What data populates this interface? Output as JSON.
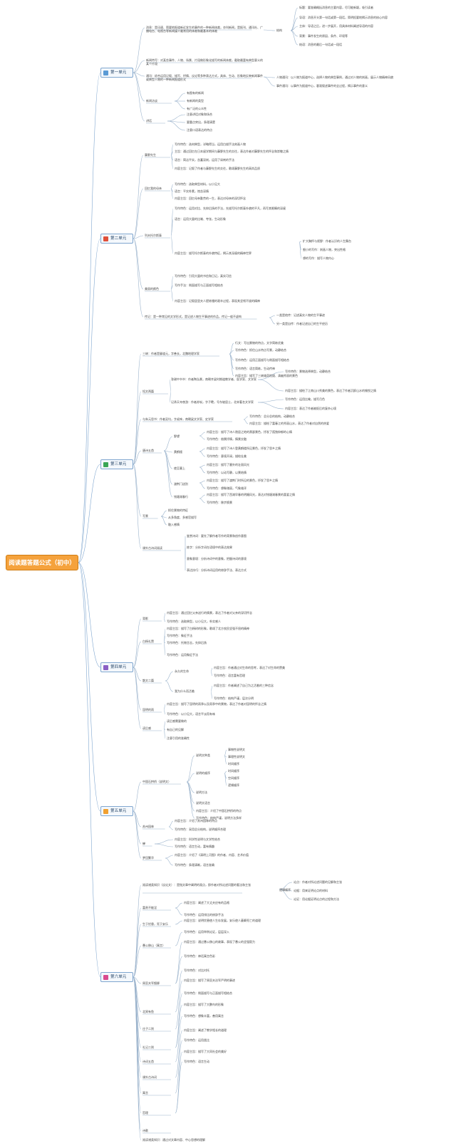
{
  "root": {
    "label": "阅读题答题公式（初中）"
  },
  "icon_colors": {
    "u1": "#5b9bd5",
    "u2": "#e0503a",
    "u3": "#3aa655",
    "u4": "#8a5fc4",
    "u5": "#f0a030",
    "u6": "#d94b8f"
  },
  "units": [
    {
      "label": "第一单元"
    },
    {
      "label": "第二单元"
    },
    {
      "label": "第三单元"
    },
    {
      "label": "第四单元"
    },
    {
      "label": "第五单元"
    },
    {
      "label": "第六单元"
    }
  ],
  "u1": {
    "intro": "消息：是迅速、简要地报道新近发生的事件的一种新闻体裁，亦叫新闻，是报刊、通讯社、广播电台、电视台等新闻媒介最常用的体裁和最基本的体裁",
    "structure": "结构",
    "parts": [
      "标题：要准确概括消息的主要内容，尽可能新颖，吸引读者",
      "导语：消息开头第一句话或第一段话，简明扼要地揭示消息的核心内容",
      "主体：导语之后，进一步展开，用具体材料阐述导语的内容",
      "背景：事件发生的原因、条件、环境等",
      "结语：消息的最后一句话或一段话"
    ],
    "news_note": "新闻特写：对某些事件、人物、场景、片段做形象化描写的新闻体裁，截取最富有典型意义的某个片段",
    "reportage": "通讯：综合运用记叙、描写、抒情、议论等多种表达方式，具体、生动、形象地反映新闻事件或典型人物的一种新闻报道形式",
    "reportage_types": [
      "人物通讯：以人物为报道中心，选择人物的典型事例，通过对人物的刻画，展示人物精神风貌",
      "事件通讯：以事件为报道中心，客观叙述事件的全过程，揭示事件的意义"
    ],
    "interview": "新闻访谈",
    "interview_items": [
      "有图有的新闻",
      "有新闻的类型",
      "有广泛的公众性"
    ],
    "speech": "讲话",
    "speech_items": [
      "注意讲话对象和场合",
      "要重点突出，条理清楚",
      "注意口语表达的特点"
    ]
  },
  "u2": {
    "author": "藤野先生",
    "author_items": [
      "写作特色：选材典型，详略得当，运用白描手法刻画人物",
      "主旨：通过回忆在日本留学期间与藤野先生的交往，表达作者对藤野先生的怀念和崇敬之情",
      "语言：简洁平实，含蓄深刻，运用了讽刺的手法",
      "内容主旨：记叙了作者与藤野先生的交往，歌颂藤野先生的高尚品质"
    ],
    "father": "回忆我的母亲",
    "father_items": [
      "写作特色：选取典型材料，以小见大",
      "语言：平实朴素，饱含深情",
      "内容主旨：回忆母亲勤劳的一生，表达对母亲的深切怀念"
    ],
    "portrait": "列夫托尔斯泰",
    "portrait_items": [
      "写作特色：运用对比、先抑后扬的手法，先描写托尔斯泰外貌的平凡，再写其眼睛的深邃",
      "语言：运用大量的比喻、夸张，生动形象",
      "内容主旨：描写托尔斯泰的外貌特征，揭示其深邃的精神世界"
    ],
    "portrait_sub": [
      "扩大胸怀与视野：作者认识的人生舞台",
      "细小的写作：刻画人物，突出性格",
      "想的写作：描写人物内心"
    ],
    "belief": "美丽的颜色",
    "belief_items": [
      "写作特色：引用大量的书信和日记，真实可信",
      "写作手法：侧面描写与正面描写相结合",
      "内容主旨：记叙居里夫人提炼镭的艰辛过程，表现其坚韧不拔的精神"
    ],
    "biography": "传记：是一种常见的文学形式，是记述人物生平事迹的作品，传记一般不虚构",
    "biography_items": [
      "一类是他传：记述真实人物的生平事迹",
      "另一类是自传：作者记述自己的生平经历"
    ]
  },
  "u3": {
    "three_gorges": "三峡：作者是郦道元，字善长，北魏地理学家",
    "tg_items": [
      "行文：写出景物的特点，文字简练优美",
      "写作特色：抓住山水特点写景，动静结合",
      "写作特色：运用正面描写与侧面描写相结合",
      "写作特色：语言简练，生动传神",
      "内容主旨：描写了三峡雄奇险拔、清幽秀丽的景色"
    ],
    "short_essays": "短文两篇",
    "letter": "答谢中书书：作者陶弘景，南朝齐梁时期道教学者、医学家、文学家",
    "letter_items": [
      "写作特色：景物选择典型，动静结合",
      "内容主旨：描绘了江南山川秀美的景色，表达了作者沉醉山水的愉悦之情"
    ],
    "night": "记承天寺夜游：作者苏轼，字子瞻，号东坡居士，北宋著名文学家",
    "night_items": [
      "写作特色：运用比喻，描写月色",
      "内容主旨：表达了作者被贬后的复杂心境"
    ],
    "spring": "与朱元思书：作者吴均，字叔庠，南朝梁文学家、史学家",
    "spring_items": [
      "写作特色：总分总的结构，动静结合",
      "内容主旨：描绘了富春江的秀丽山水，表达了作者对自然的热爱"
    ],
    "poems": "唐诗五首",
    "poem_list": [
      "野望",
      "黄鹤楼",
      "使至塞上",
      "渡荆门送别",
      "钱塘湖春行"
    ],
    "poem_notes": [
      "内容主旨：描写了诗人隐居之地的萧瑟景色，抒发了孤独抑郁的心情",
      "写作特色：借景抒情，情景交融",
      "内容主旨：描写了诗人登黄鹤楼所见景色，抒发了思乡之情",
      "写作特色：意境开阔，描绘壮美",
      "内容主旨：描写了塞外的壮丽风光",
      "写作特色：以动写静，以景结情",
      "内容主旨：描写了渡荆门时所见的景色，抒发了思乡之情",
      "写作特色：想象瑰丽，气象雄浑",
      "内容主旨：描写了西湖早春的明媚风光，表达对钱塘湖春景的喜爱之情",
      "写作特色：移步换景"
    ],
    "writing": "写景",
    "writing_items": [
      "抓住景物的特征",
      "从多角度、多感官描写",
      "融入感情"
    ],
    "classical": "课外古诗词阅读",
    "classical_items": [
      "鉴赏诗词：要先了解作者写作的背景和创作意图",
      "炼字：分析字词在语境中的表达效果",
      "意象意境：分析诗词中的意象，把握诗词的意境",
      "表达技巧：分析诗词运用的修辞手法、表达方式"
    ]
  },
  "u4": {
    "back": "背影",
    "back_items": [
      "内容主旨：通过回忆父亲送行的情景，表达了作者对父亲的深切怀念",
      "写作特色：选取典型，以小见大，朴实感人"
    ],
    "white": "白杨礼赞",
    "white_items": [
      "内容主旨：描写了白杨树的形象，歌颂了北方农民坚强不屈的精神",
      "写作特色：象征手法",
      "写作特色：托物言志，先抑后扬",
      "写作特色：运用象征手法"
    ],
    "essays": "散文二篇",
    "essay_list": [
      "永久的生命",
      "我为什么而活着"
    ],
    "essay_notes": [
      "内容主旨：作者通过对生命的思考，表达了对生命的赞美",
      "写作特色：语言富有哲理",
      "内容主旨：作者阐述了自己为之活着的三种信念",
      "写作特色：结构严谨，层次分明"
    ],
    "reed": "昆明的雨",
    "reed_items": [
      "内容主旨：描写了昆明的雨季以及雨季中的景物，表达了作者对昆明的怀念之情",
      "写作特色：以小见大，语言平淡而有味"
    ],
    "reading": "读后感",
    "reading_items": [
      "读后感需要做的",
      "有自己的见解",
      "注意引用的准确性"
    ]
  },
  "u5": {
    "architecture": "中国石拱桥（说明文）",
    "categories": [
      "说明文种类",
      "说明的顺序",
      "说明方法",
      "说明文语言"
    ],
    "cat_items": [
      "事物性说明文",
      "事理性说明文",
      "时间顺序",
      "空间顺序",
      "逻辑顺序"
    ],
    "cat_notes": [
      "说明方法：举例子、作比较、列数字、打比方、分类别等",
      "说明文语言：准确严密、生动形象"
    ],
    "method_notes": [
      "内容主旨：介绍了中国石拱桥的特点",
      "写作特色：结构严谨，说明方法多样"
    ],
    "suzhou": "苏州园林",
    "suzhou_items": [
      "内容主旨：介绍了苏州园林的特点",
      "写作特色：采用总分结构，说明顺序合理"
    ],
    "bridge": "蝉",
    "bridge_items": [
      "内容主旨：科学性说明与文学性结合",
      "写作特色：语言生动，富有情趣"
    ],
    "world": "梦回繁华",
    "world_items": [
      "内容主旨：介绍了《清明上河图》的作者、内容、艺术价值",
      "写作特色：条理清晰，语言准确"
    ]
  },
  "u6": {
    "lead": "阅读诸类知识（议论文）：是指文章中阐明的观点，即作者对所论述问题的看法和主张",
    "lead_items": [
      "论点：作者对所论述问题的见解和主张",
      "论据：用来证明论点的材料",
      "论证：用论据证明论点的过程和方法"
    ],
    "titles": [
      "富贵不能淫",
      "生于忧患，死于安乐",
      "愚公移山（寓言）",
      "周亚夫军细柳",
      "北冥有鱼",
      "庄子二则",
      "礼记二则",
      "诗词五首",
      "课外古诗词",
      "寓言",
      "哲理",
      "诗歌"
    ],
    "notes": [
      "内容主旨：阐述了大丈夫应有的品格",
      "写作特色：运用排比的修辞手法",
      "内容主旨：说明忧患使人生存发展，安乐使人萎靡死亡的道理",
      "写作特色：运用举例论证，层层深入",
      "内容主旨：通过愚公移山的故事，表现了愚公的坚强毅力",
      "写作特色：神话寓言色彩",
      "写作特色：对比衬托",
      "内容主旨：描写了周亚夫治军严明的事迹",
      "写作特色：侧面描写与正面描写相结合",
      "内容主旨：描写了大鹏鸟的形象",
      "写作特色：想象丰富，善用寓言",
      "内容主旨：阐述了教学相长的道理",
      "写作特色：运用类比",
      "内容主旨：描写了大同社会的美好",
      "写作特色：语言生动"
    ],
    "final": "阅读诸类知识：通过对文章内容、中心思想的理解"
  }
}
